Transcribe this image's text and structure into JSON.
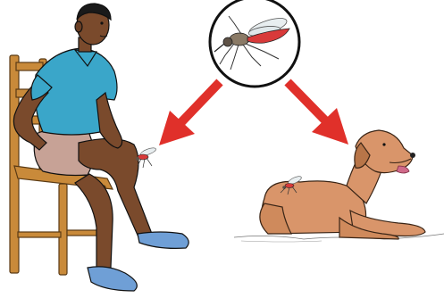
{
  "scene": {
    "subjects": [
      "mosquito-icon",
      "seated-man",
      "dog",
      "arrow-to-man",
      "arrow-to-dog"
    ],
    "colors": {
      "background": "#ffffff",
      "arrow": "#e0302a",
      "shirt": "#3aa6c9",
      "shorts": "#c7a296",
      "skin": "#7a4a2c",
      "chair": "#c98a3a",
      "slippers": "#6f9fd6",
      "dog": "#d9956a",
      "mosquito_abdomen": "#d83a3a",
      "outline": "#111111"
    }
  }
}
